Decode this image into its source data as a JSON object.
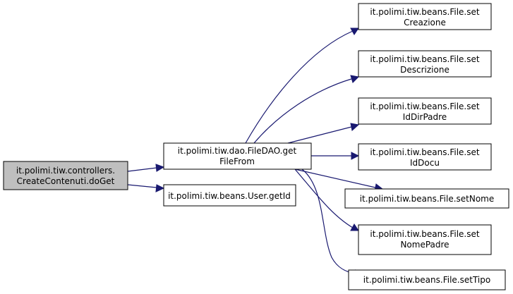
{
  "diagram": {
    "root": {
      "line1": "it.polimi.tiw.controllers.",
      "line2": "CreateContenuti.doGet"
    },
    "get_file_from": {
      "line1": "it.polimi.tiw.dao.FileDAO.get",
      "line2": "FileFrom"
    },
    "user_get_id": {
      "line1": "it.polimi.tiw.beans.User.getId"
    },
    "set_creazione": {
      "line1": "it.polimi.tiw.beans.File.set",
      "line2": "Creazione"
    },
    "set_descrizione": {
      "line1": "it.polimi.tiw.beans.File.set",
      "line2": "Descrizione"
    },
    "set_id_dir_padre": {
      "line1": "it.polimi.tiw.beans.File.set",
      "line2": "IdDirPadre"
    },
    "set_id_docu": {
      "line1": "it.polimi.tiw.beans.File.set",
      "line2": "IdDocu"
    },
    "set_nome": {
      "line1": "it.polimi.tiw.beans.File.setNome"
    },
    "set_nome_padre": {
      "line1": "it.polimi.tiw.beans.File.set",
      "line2": "NomePadre"
    },
    "set_tipo": {
      "line1": "it.polimi.tiw.beans.File.setTipo"
    },
    "colors": {
      "edge": "#191970",
      "root_fill": "#bfbfbf",
      "node_fill": "#ffffff",
      "border": "#000000"
    }
  }
}
